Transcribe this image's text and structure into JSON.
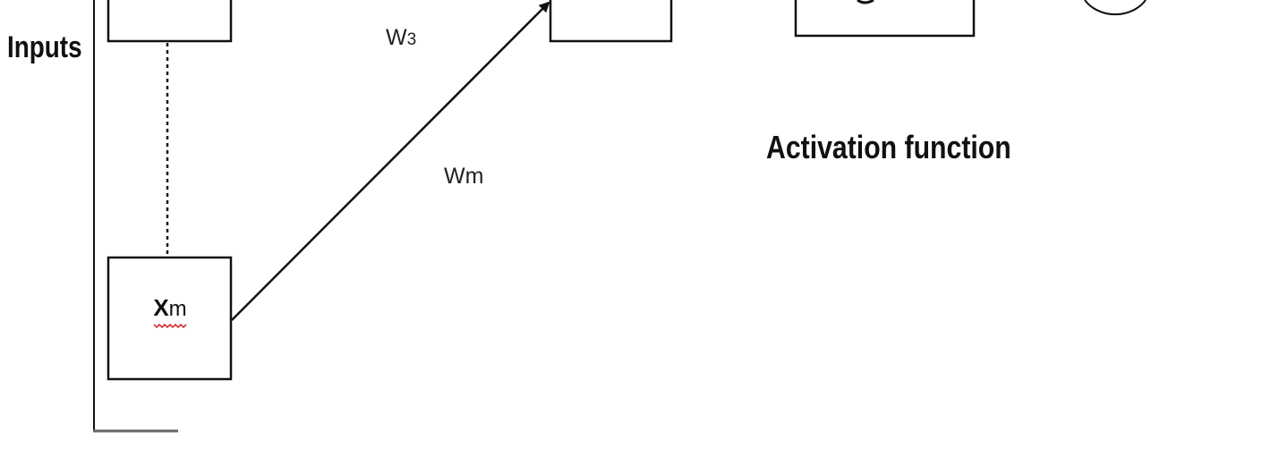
{
  "labels": {
    "inputs": "Inputs",
    "activation": "Activation function"
  },
  "weights": {
    "w3_base": "W",
    "w3_sub": "3",
    "wm": "Wm"
  },
  "input_node_m": {
    "main": "X",
    "sub": "m"
  },
  "colors": {
    "stroke": "#111111",
    "bracket_bottom": "#666666",
    "spellcheck_underline": "#d21f1f"
  }
}
